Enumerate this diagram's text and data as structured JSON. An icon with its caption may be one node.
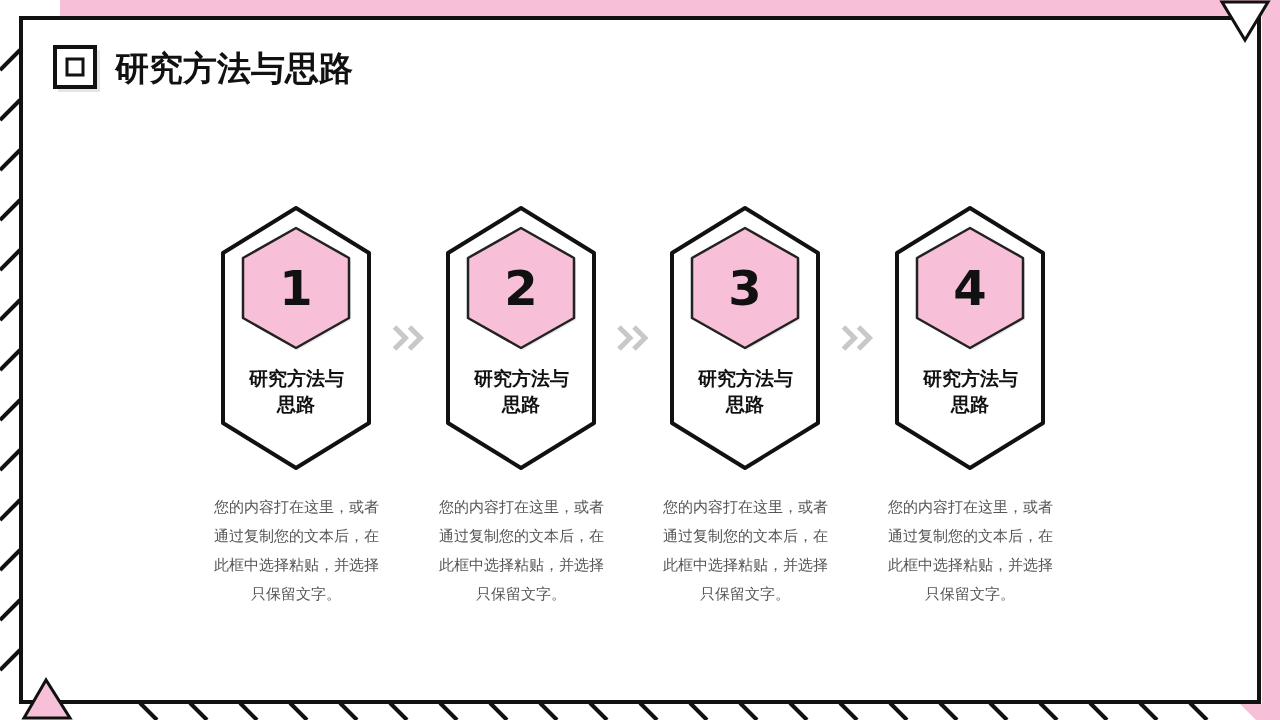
{
  "diagram": {
    "title": "研究方法与思路",
    "nodes": [
      {
        "text": [
          "研究方法与思路"
        ],
        "beside": [
          "您的内容打在这里，或者通过复制您的文本后，在此框中选择粘贴，并选择只保留文字。"
        ]
      },
      {
        "text": [
          "1"
        ],
        "in": 0
      },
      {
        "text": [
          "研究方法与思路"
        ],
        "beside": [
          "您的内容打在这里，或者通过复制您的文本后，在此框中选择粘贴，并选择只保留文字。"
        ]
      },
      {
        "text": [
          "2"
        ],
        "in": 2
      },
      {
        "text": [
          "研究方法与思路"
        ],
        "beside": [
          "您的内容打在这里，或者通过复制您的文本后，在此框中选择粘贴，并选择只保留文字。"
        ]
      },
      {
        "text": [
          "3"
        ],
        "in": 4
      },
      {
        "text": [
          "研究方法与思路"
        ],
        "beside": [
          "您的内容打在这里，或者通过复制您的文本后，在此框中选择粘贴，并选择只保留文字。"
        ]
      },
      {
        "text": [
          "4"
        ],
        "in": 6
      }
    ],
    "edges": [
      {
        "from": 0,
        "to": 2,
        "arrow": "to"
      },
      {
        "from": 2,
        "to": 4,
        "arrow": "to"
      },
      {
        "from": 4,
        "to": 6,
        "arrow": "to"
      }
    ]
  }
}
